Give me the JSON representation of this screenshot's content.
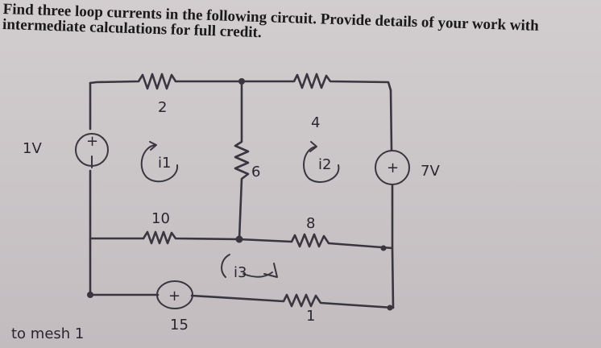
{
  "problem": {
    "line1": "Find three loop currents in the following circuit. Provide details of your work with",
    "line2": "intermediate calculations for full credit."
  },
  "circuit": {
    "sources": {
      "left_voltage": "1V",
      "left_polarity": "+",
      "right_voltage": "7V",
      "right_polarity": "+",
      "bottom_polarity": "+",
      "bottom_value": "15"
    },
    "resistors": {
      "top_left": "2",
      "top_right": "4",
      "middle_vertical": "6",
      "middle_left": "10",
      "middle_right": "8",
      "bottom_right": "1"
    },
    "loop_currents": {
      "loop1": "i1",
      "loop2": "i2",
      "loop3": "i3"
    },
    "note": "to mesh 1"
  }
}
